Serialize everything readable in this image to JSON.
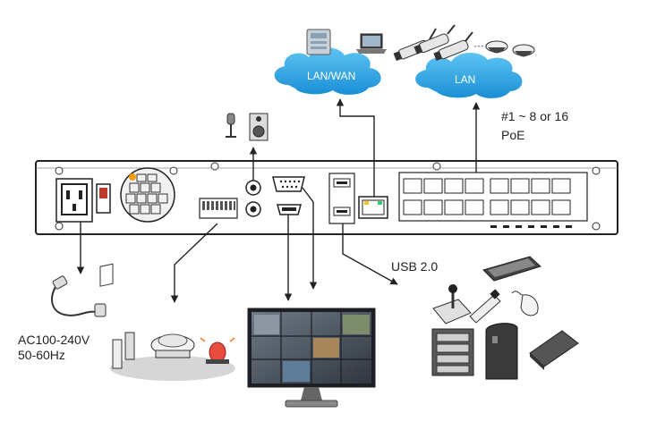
{
  "clouds": {
    "lan_wan": "LAN/WAN",
    "lan": "LAN"
  },
  "labels": {
    "poe_line1": "#1 ~ 8 or 16",
    "poe_line2": "PoE",
    "usb": "USB 2.0",
    "power_line1": "AC100-240V",
    "power_line2": "50-60Hz"
  },
  "colors": {
    "cloud": "#1e9ee0",
    "chassis": "#ffffff",
    "line": "#222222"
  }
}
